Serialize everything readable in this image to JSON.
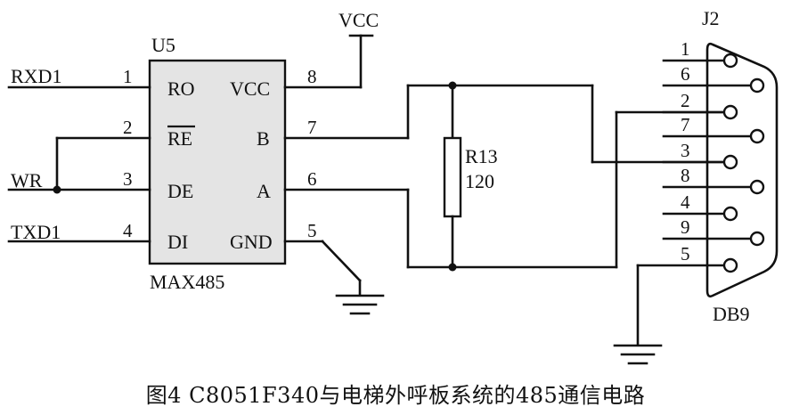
{
  "chip": {
    "ref": "U5",
    "part": "MAX485",
    "pins_left": [
      {
        "num": "1",
        "name": "RO",
        "net": "RXD1"
      },
      {
        "num": "2",
        "name": "RE",
        "net": ""
      },
      {
        "num": "3",
        "name": "DE",
        "net": "WR"
      },
      {
        "num": "4",
        "name": "DI",
        "net": "TXD1"
      }
    ],
    "pins_right": [
      {
        "num": "8",
        "name": "VCC"
      },
      {
        "num": "7",
        "name": "B"
      },
      {
        "num": "6",
        "name": "A"
      },
      {
        "num": "5",
        "name": "GND"
      }
    ]
  },
  "power": {
    "vcc_label": "VCC"
  },
  "resistor": {
    "ref": "R13",
    "value": "120"
  },
  "connector": {
    "ref": "J2",
    "part": "DB9",
    "pins": [
      "1",
      "6",
      "2",
      "7",
      "3",
      "8",
      "4",
      "9",
      "5"
    ]
  },
  "caption": "图4 C8051F340与电梯外呼板系统的485通信电路"
}
